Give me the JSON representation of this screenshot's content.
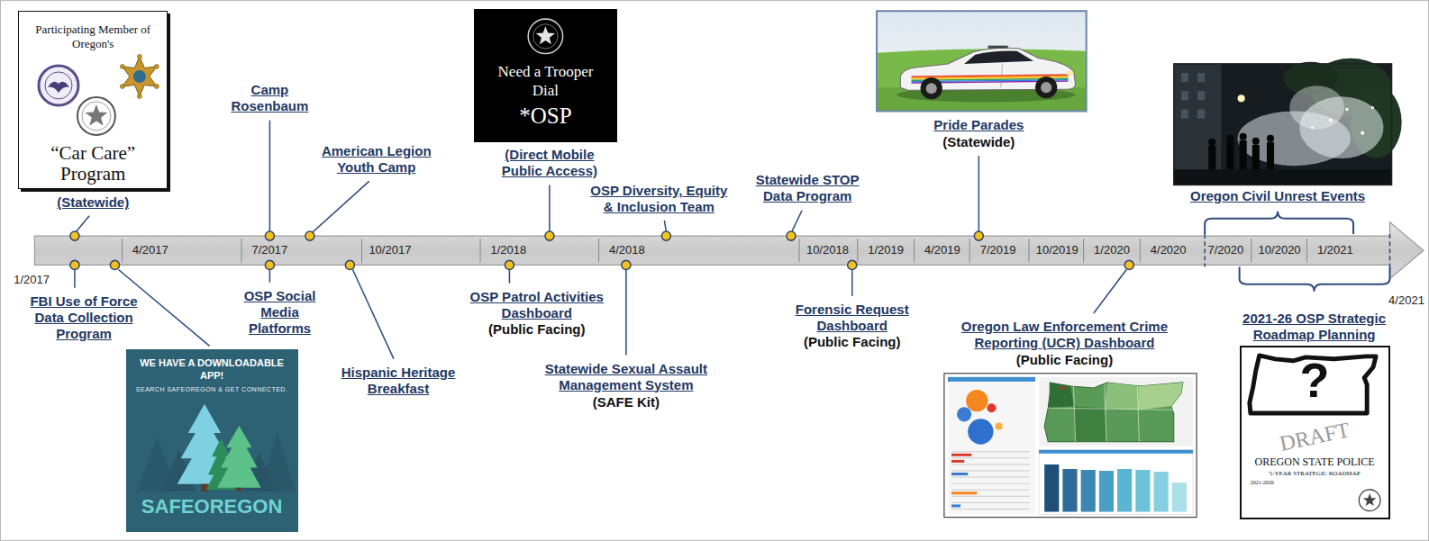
{
  "diagram": {
    "nodes": [
      {
        "text": [
          "Participating Member of Oregon's",
          "“Car Care” Program"
        ]
      },
      {
        "text": [
          "Need a Trooper Dial",
          "*OSP"
        ]
      },
      {
        "text": [
          "4/2017",
          "7/2017",
          "10/2017",
          "1/2018",
          "4/2018",
          "10/2018",
          "1/2019",
          "4/2019",
          "7/2019",
          "10/2019",
          "1/2020",
          "4/2020",
          "7/2020",
          "10/2020",
          "1/2021"
        ]
      },
      {
        "text": [
          "WE HAVE A DOWNLOADABLE APP!",
          "SEARCH SAFEOREGON & GET CONNECTED.",
          "SAFEOREGON"
        ]
      },
      {
        "text": [
          "?",
          "DRAFT",
          "OREGON STATE POLICE",
          "5-YEAR STRATEGIC ROADMAP",
          "2021-2026"
        ]
      }
    ],
    "labels": [
      "(Statewide)",
      "Camp Rosenbaum",
      "American Legion Youth Camp",
      "(Direct Mobile Public Access)",
      "OSP Diversity, Equity & Inclusion Team",
      "Statewide STOP Data Program",
      "Pride Parades",
      "(Statewide)",
      "Oregon Civil Unrest Events",
      "1/2017",
      "FBI Use of Force Data Collection Program",
      "OSP Social Media Platforms",
      "Hispanic Heritage Breakfast",
      "OSP Patrol Activities Dashboard",
      "(Public Facing)",
      "Statewide Sexual Assault Management System",
      "(SAFE Kit)",
      "Forensic Request Dashboard",
      "(Public Facing)",
      "Oregon Law Enforcement Crime Reporting (UCR) Dashboard",
      "(Public Facing)",
      "4/2021",
      "2021-26 OSP Strategic Roadmap Planning"
    ]
  }
}
